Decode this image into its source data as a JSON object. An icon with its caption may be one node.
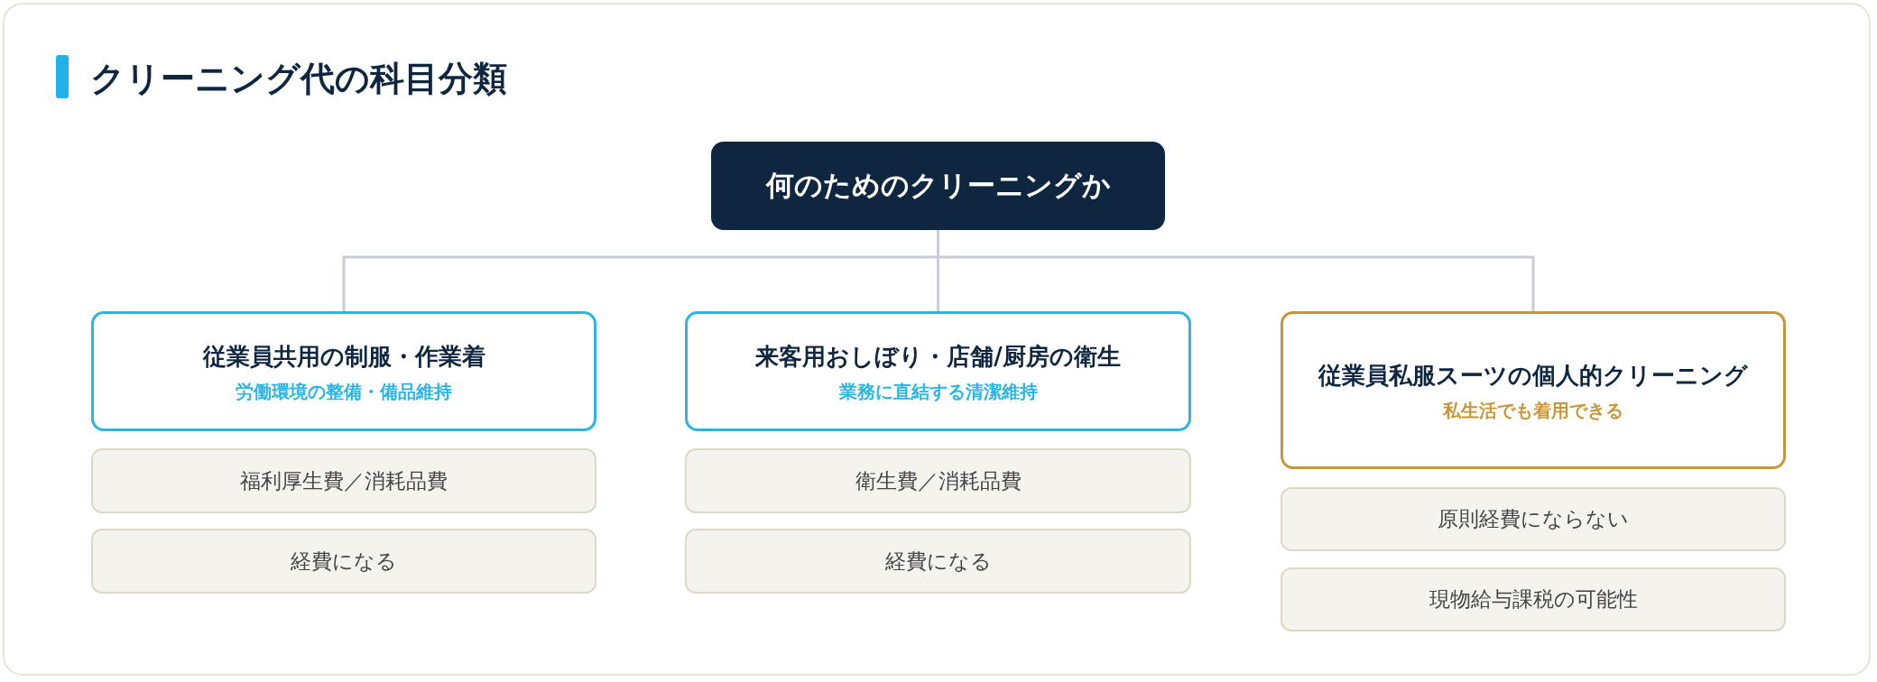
{
  "diagram": {
    "title": "クリーニング代の科目分類",
    "nodes": [
      {
        "text": [
          "何のためのクリーニングか"
        ]
      },
      {
        "text": [
          "従業員共用の制服・作業着",
          "労働環境の整備・備品維持"
        ]
      },
      {
        "text": [
          "福利厚生費／消耗品費"
        ]
      },
      {
        "text": [
          "経費になる"
        ]
      },
      {
        "text": [
          "来客用おしぼり・店舗/厨房の衛生",
          "業務に直結する清潔維持"
        ]
      },
      {
        "text": [
          "衛生費／消耗品費"
        ]
      },
      {
        "text": [
          "経費になる"
        ]
      },
      {
        "text": [
          "従業員私服スーツの個人的クリーニング",
          "私生活でも着用できる"
        ]
      },
      {
        "text": [
          "原則経費にならない"
        ]
      },
      {
        "text": [
          "現物給与課税の可能性"
        ]
      }
    ],
    "edges": [
      {
        "from": 0,
        "to": 1,
        "arrow": "none"
      },
      {
        "from": 0,
        "to": 4,
        "arrow": "none"
      },
      {
        "from": 0,
        "to": 7,
        "arrow": "none"
      }
    ]
  }
}
